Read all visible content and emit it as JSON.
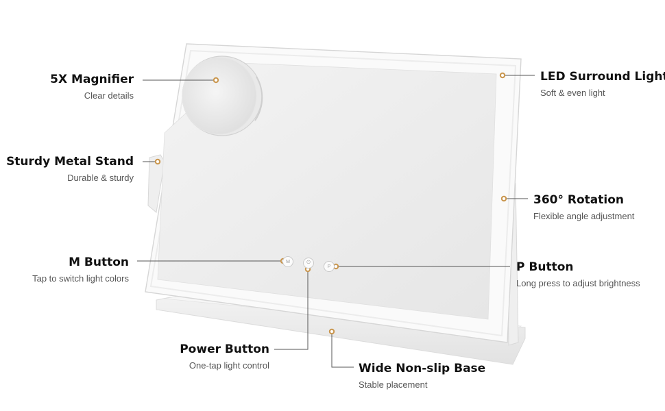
{
  "colors": {
    "background": "#ffffff",
    "accent_dot": "#c9954c",
    "leader_line": "#555555",
    "title_text": "#111111",
    "subtitle_text": "#555555",
    "mirror_frame": "#f7f7f7",
    "mirror_glass": "#ebebeb"
  },
  "icons": {
    "m_button": "M",
    "power_button": "⏻",
    "p_button": "P"
  },
  "callouts": {
    "magnifier": {
      "title": "5X Magnifier",
      "subtitle": "Clear details"
    },
    "led": {
      "title": "LED Surround Light",
      "subtitle": "Soft & even light"
    },
    "stand": {
      "title": "Sturdy Metal Stand",
      "subtitle": "Durable & sturdy"
    },
    "rotation": {
      "title": "360° Rotation",
      "subtitle": "Flexible angle adjustment"
    },
    "m_button": {
      "title": "M Button",
      "subtitle": "Tap to switch light colors"
    },
    "p_button": {
      "title": "P Button",
      "subtitle": "Long press to adjust brightness"
    },
    "power_button": {
      "title": "Power Button",
      "subtitle": "One-tap light control"
    },
    "base": {
      "title": "Wide Non-slip Base",
      "subtitle": "Stable placement"
    }
  }
}
